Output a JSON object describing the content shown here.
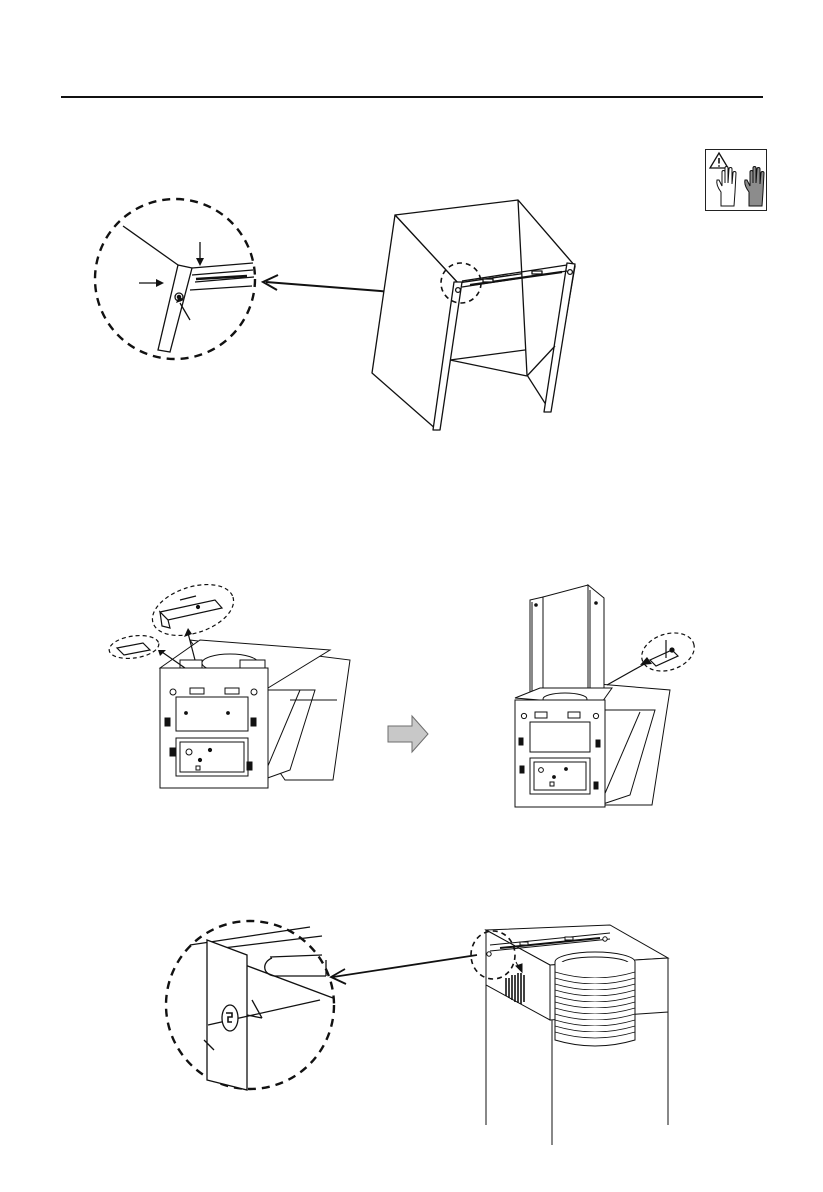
{
  "page": {
    "header_rule": true,
    "page_number": ""
  },
  "icons": {
    "warning_gloves": "gloves-warning-icon",
    "next_step_arrow": "arrow-right-icon"
  },
  "colors": {
    "line": "#111111",
    "arrow_fill": "#c8c8c8"
  },
  "figures": [
    {
      "id": "step1",
      "description_visible_text": ""
    },
    {
      "id": "step2",
      "description_visible_text": ""
    },
    {
      "id": "step3",
      "description_visible_text": ""
    }
  ]
}
